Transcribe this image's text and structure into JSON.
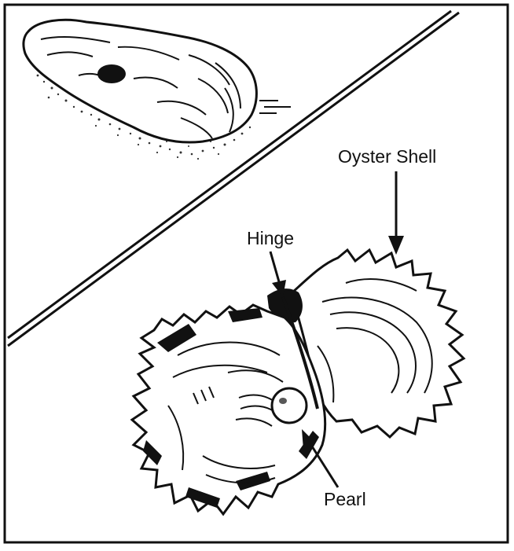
{
  "labels": {
    "oyster_shell": "Oyster Shell",
    "hinge": "Hinge",
    "pearl": "Pearl"
  },
  "illustration": {
    "closed_oyster": "closed oyster on sand",
    "open_oyster": "open oyster with pearl"
  },
  "colors": {
    "ink": "#111111",
    "paper": "#ffffff",
    "shading": "#333333"
  }
}
